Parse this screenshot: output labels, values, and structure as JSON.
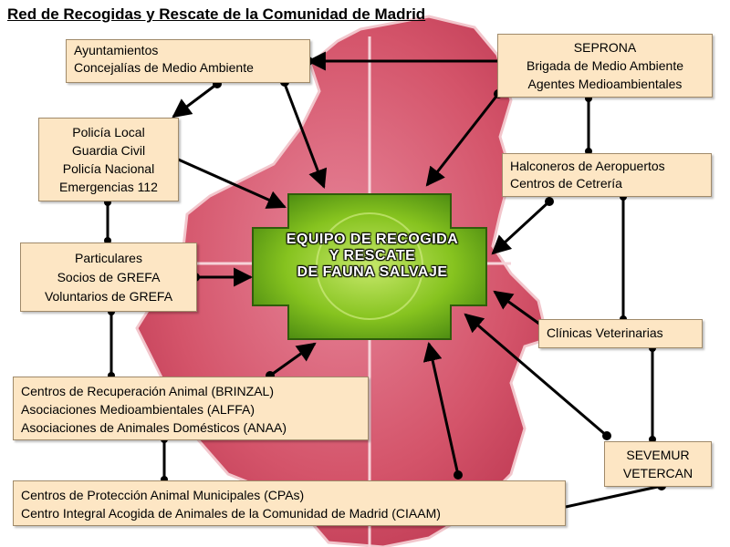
{
  "title": "Red de Recogidas y Rescate de la Comunidad de Madrid",
  "colors": {
    "map_fill": "#d4546a",
    "map_edge": "#f2c6cc",
    "box_fill": "#fde6c4",
    "core_green": "#86c31f",
    "arrow": "#000000"
  },
  "core": {
    "lines": [
      "EQUIPO DE RECOGIDA",
      "Y RESCATE",
      "DE FAUNA SALVAJE"
    ]
  },
  "nodes": {
    "ayuntamientos": [
      "Ayuntamientos",
      "Concejalías de Medio Ambiente"
    ],
    "seprona": [
      "SEPRONA",
      "Brigada de Medio Ambiente",
      "Agentes Medioambientales"
    ],
    "policia": [
      "Policía Local",
      "Guardia Civil",
      "Policía Nacional",
      "Emergencias 112"
    ],
    "halconeros": [
      "Halconeros de Aeropuertos",
      "Centros de Cetrería"
    ],
    "particulares": [
      "Particulares",
      "Socios de GREFA",
      "Voluntarios de GREFA"
    ],
    "clinicas": [
      "Clínicas Veterinarias"
    ],
    "centros_recuperacion": [
      "Centros de Recuperación Animal (BRINZAL)",
      "Asociaciones Medioambientales (ALFFA)",
      "Asociaciones de Animales Domésticos (ANAA)"
    ],
    "sevemur": [
      "SEVEMUR",
      "VETERCAN"
    ],
    "proteccion": [
      "Centros de Protección Animal Municipales (CPAs)",
      "Centro Integral Acogida de Animales de la Comunidad de Madrid (CIAAM)"
    ]
  }
}
